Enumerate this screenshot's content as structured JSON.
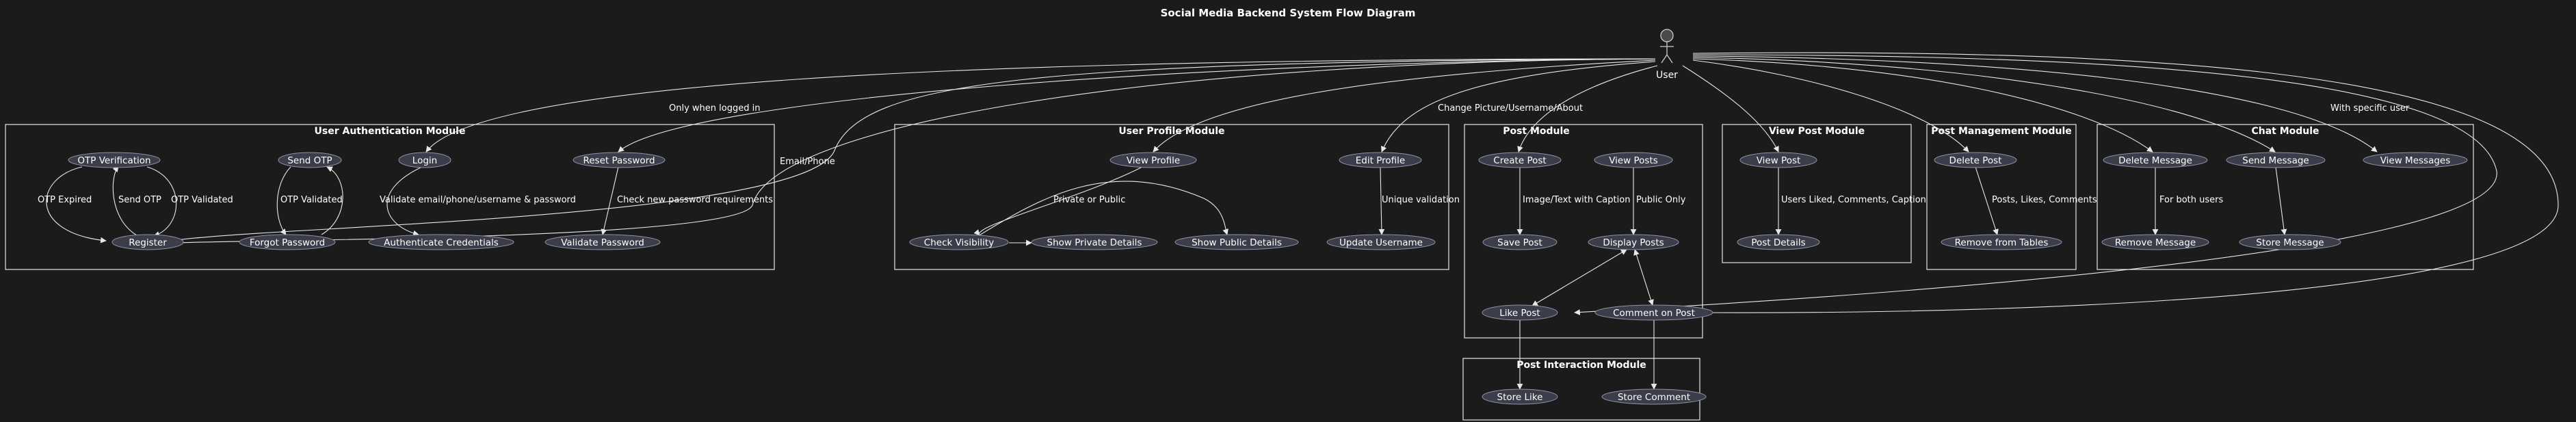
{
  "title": "Social Media Backend System Flow Diagram",
  "actor": {
    "label": "User"
  },
  "packages": {
    "auth": "User Authentication Module",
    "profile": "User Profile Module",
    "post": "Post Module",
    "view_post": "View Post Module",
    "post_mgmt": "Post Management Module",
    "chat": "Chat Module",
    "interaction": "Post Interaction Module"
  },
  "use_cases": {
    "otp_verification": "OTP Verification",
    "send_otp": "Send OTP",
    "login": "Login",
    "reset_password": "Reset Password",
    "register": "Register",
    "forgot_password": "Forgot Password",
    "authenticate_credentials": "Authenticate Credentials",
    "validate_password": "Validate Password",
    "view_profile": "View Profile",
    "edit_profile": "Edit Profile",
    "check_visibility": "Check Visibility",
    "show_private_details": "Show Private Details",
    "show_public_details": "Show Public Details",
    "update_username": "Update Username",
    "create_post": "Create Post",
    "view_posts": "View Posts",
    "save_post": "Save Post",
    "display_posts": "Display Posts",
    "like_post": "Like Post",
    "comment_on_post": "Comment on Post",
    "view_post": "View Post",
    "post_details": "Post Details",
    "delete_post": "Delete Post",
    "remove_from_tables": "Remove from Tables",
    "delete_message": "Delete Message",
    "send_message": "Send Message",
    "view_messages": "View Messages",
    "remove_message": "Remove Message",
    "store_message": "Store Message",
    "store_like": "Store Like",
    "store_comment": "Store Comment"
  },
  "edge_labels": {
    "only_when_logged_in": "Only when logged in",
    "email_phone": "Email/Phone",
    "change_picture": "Change Picture/Username/About",
    "with_specific_user": "With specific user",
    "otp_expired": "OTP Expired",
    "send_otp": "Send OTP",
    "otp_validated_1": "OTP Validated",
    "otp_validated_2": "OTP Validated",
    "validate_email": "Validate email/phone/username & password",
    "check_new_password": "Check new password requirements",
    "private_or_public": "Private or Public",
    "unique_validation": "Unique validation",
    "image_text_caption": "Image/Text with Caption",
    "public_only": "Public Only",
    "users_liked": "Users Liked, Comments, Caption",
    "posts_likes_comments": "Posts, Likes, Comments",
    "for_both_users": "For both users"
  }
}
